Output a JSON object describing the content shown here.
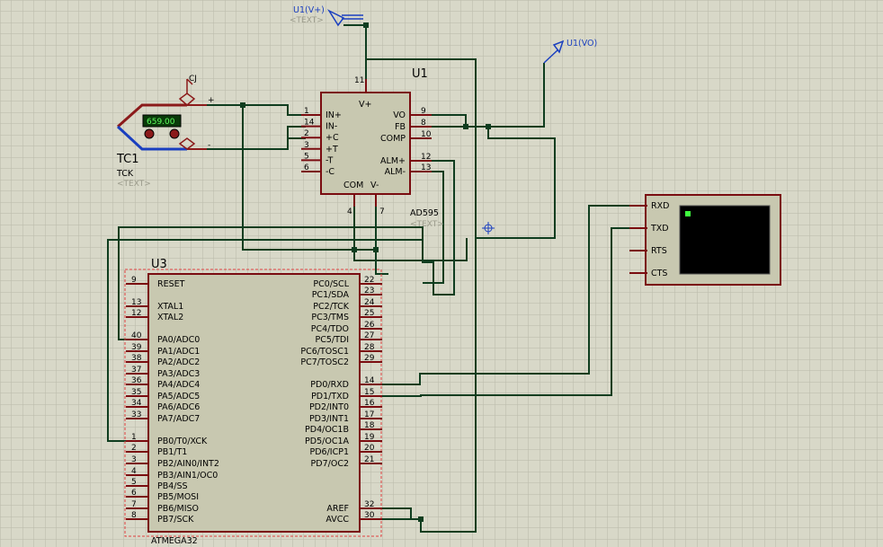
{
  "probes": {
    "vplus": {
      "label": "U1(V+)",
      "text": "<TEXT>"
    },
    "vo": {
      "label": "U1(VO)"
    }
  },
  "thermocouple": {
    "ref": "TC1",
    "type": "TCK",
    "text": "<TEXT>",
    "reading": "659.00",
    "cj_label": "CJ",
    "plus": "+",
    "minus": "-"
  },
  "u1": {
    "ref": "U1",
    "part": "AD595",
    "text": "<TEXT>",
    "top_pin": {
      "num": "11",
      "label": "V+"
    },
    "left_pins": [
      {
        "num": "1",
        "label": "IN+"
      },
      {
        "num": "14",
        "label": "IN-"
      },
      {
        "num": "2",
        "label": "+C"
      },
      {
        "num": "3",
        "label": "+T"
      },
      {
        "num": "5",
        "label": "-T"
      },
      {
        "num": "6",
        "label": "-C"
      }
    ],
    "right_pins": [
      {
        "num": "9",
        "label": "VO"
      },
      {
        "num": "8",
        "label": "FB"
      },
      {
        "num": "10",
        "label": "COMP"
      },
      {
        "num": "12",
        "label": "ALM+"
      },
      {
        "num": "13",
        "label": "ALM-"
      }
    ],
    "bottom_pins": [
      {
        "num": "4",
        "label": "COM"
      },
      {
        "num": "7",
        "label": "V-"
      }
    ]
  },
  "terminal": {
    "pins": [
      "RXD",
      "TXD",
      "RTS",
      "CTS"
    ]
  },
  "u3": {
    "ref": "U3",
    "part": "ATMEGA32",
    "left_pins": [
      {
        "num": "9",
        "label": "RESET"
      },
      {
        "num": "13",
        "label": "XTAL1"
      },
      {
        "num": "12",
        "label": "XTAL2"
      },
      {
        "num": "40",
        "label": "PA0/ADC0"
      },
      {
        "num": "39",
        "label": "PA1/ADC1"
      },
      {
        "num": "38",
        "label": "PA2/ADC2"
      },
      {
        "num": "37",
        "label": "PA3/ADC3"
      },
      {
        "num": "36",
        "label": "PA4/ADC4"
      },
      {
        "num": "35",
        "label": "PA5/ADC5"
      },
      {
        "num": "34",
        "label": "PA6/ADC6"
      },
      {
        "num": "33",
        "label": "PA7/ADC7"
      },
      {
        "num": "1",
        "label": "PB0/T0/XCK"
      },
      {
        "num": "2",
        "label": "PB1/T1"
      },
      {
        "num": "3",
        "label": "PB2/AIN0/INT2"
      },
      {
        "num": "4",
        "label": "PB3/AIN1/OC0"
      },
      {
        "num": "5",
        "label": "PB4/SS"
      },
      {
        "num": "6",
        "label": "PB5/MOSI"
      },
      {
        "num": "7",
        "label": "PB6/MISO"
      },
      {
        "num": "8",
        "label": "PB7/SCK"
      }
    ],
    "right_pins": [
      {
        "num": "22",
        "label": "PC0/SCL"
      },
      {
        "num": "23",
        "label": "PC1/SDA"
      },
      {
        "num": "24",
        "label": "PC2/TCK"
      },
      {
        "num": "25",
        "label": "PC3/TMS"
      },
      {
        "num": "26",
        "label": "PC4/TDO"
      },
      {
        "num": "27",
        "label": "PC5/TDI"
      },
      {
        "num": "28",
        "label": "PC6/TOSC1"
      },
      {
        "num": "29",
        "label": "PC7/TOSC2"
      },
      {
        "num": "14",
        "label": "PD0/RXD"
      },
      {
        "num": "15",
        "label": "PD1/TXD"
      },
      {
        "num": "16",
        "label": "PD2/INT0"
      },
      {
        "num": "17",
        "label": "PD3/INT1"
      },
      {
        "num": "18",
        "label": "PD4/OC1B"
      },
      {
        "num": "19",
        "label": "PD5/OC1A"
      },
      {
        "num": "20",
        "label": "PD6/ICP1"
      },
      {
        "num": "21",
        "label": "PD7/OC2"
      },
      {
        "num": "32",
        "label": "AREF"
      },
      {
        "num": "30",
        "label": "AVCC"
      }
    ]
  },
  "colors": {
    "grid_bg": "#d8d8c8",
    "component_body": "#c8c8b0",
    "component_border": "#7a0c10",
    "wire": "#0f3d1f",
    "probe_blue": "#1a3fbf",
    "screen": "#000000",
    "display_green": "#1a8a1a"
  }
}
